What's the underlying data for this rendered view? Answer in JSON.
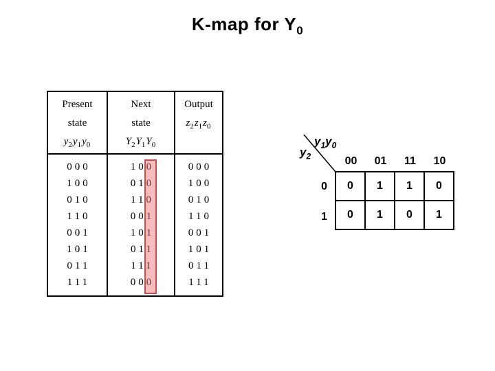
{
  "title": {
    "text": "K-map for Y",
    "sub": "0"
  },
  "state_table": {
    "present": {
      "header": "Present",
      "subheader": "state",
      "vars": [
        {
          "b": "y",
          "s": "2"
        },
        {
          "b": "y",
          "s": "1"
        },
        {
          "b": "y",
          "s": "0"
        }
      ]
    },
    "next": {
      "header": "Next",
      "subheader": "state",
      "vars": [
        {
          "b": "Y",
          "s": "2"
        },
        {
          "b": "Y",
          "s": "1"
        },
        {
          "b": "Y",
          "s": "0"
        }
      ]
    },
    "output": {
      "header": "Output",
      "subheader": "",
      "vars": [
        {
          "b": "z",
          "s": "2"
        },
        {
          "b": "z",
          "s": "1"
        },
        {
          "b": "z",
          "s": "0"
        }
      ]
    },
    "rows": [
      {
        "present": "000",
        "next": "100",
        "output": "000"
      },
      {
        "present": "100",
        "next": "010",
        "output": "100"
      },
      {
        "present": "010",
        "next": "110",
        "output": "010"
      },
      {
        "present": "110",
        "next": "001",
        "output": "110"
      },
      {
        "present": "001",
        "next": "101",
        "output": "001"
      },
      {
        "present": "101",
        "next": "011",
        "output": "101"
      },
      {
        "present": "011",
        "next": "111",
        "output": "011"
      },
      {
        "present": "111",
        "next": "000",
        "output": "111"
      }
    ],
    "highlight_fill": "rgba(233,110,108,0.45)",
    "highlight_border": "#c84f4f"
  },
  "kmap": {
    "col_var": {
      "b1": "y",
      "s1": "1",
      "b0": "y",
      "s0": "0"
    },
    "row_var": {
      "b": "y",
      "s": "2"
    },
    "col_headers": [
      "00",
      "01",
      "11",
      "10"
    ],
    "row_headers": [
      "0",
      "1"
    ],
    "cells": [
      [
        "0",
        "1",
        "1",
        "0"
      ],
      [
        "0",
        "1",
        "0",
        "1"
      ]
    ]
  }
}
